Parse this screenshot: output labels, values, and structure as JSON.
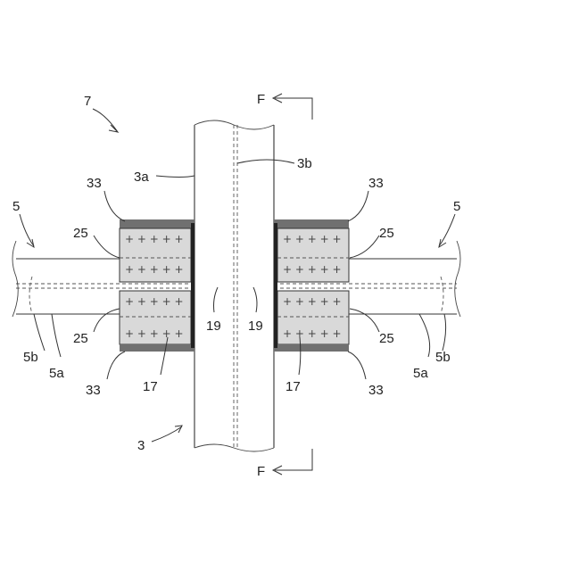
{
  "figure": {
    "assembly_label": "7",
    "section_label_top": "F",
    "section_label_bottom": "F",
    "tube_label": "3",
    "tube_outer_label": "3a",
    "tube_inner_label": "3b",
    "left_pipe_label": "5",
    "right_pipe_label": "5",
    "pipe_outer_left": "5a",
    "pipe_inner_left": "5b",
    "pipe_outer_right": "5a",
    "pipe_inner_right": "5b",
    "ring_left_upper": "25",
    "ring_left_lower": "25",
    "ring_right_upper": "25",
    "ring_right_lower": "25",
    "cover_left_top": "33",
    "cover_left_bottom": "33",
    "cover_right_top": "33",
    "cover_right_bottom": "33",
    "gap_left": "19",
    "gap_right": "19",
    "block_left": "17",
    "block_right": "17",
    "plus_mark": "+ + + + +"
  }
}
